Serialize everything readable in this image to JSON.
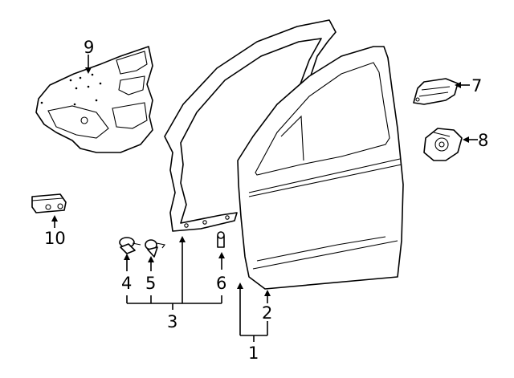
{
  "diagram": {
    "callouts": [
      {
        "id": "1",
        "label": "1",
        "part": "front-door-shell"
      },
      {
        "id": "2",
        "label": "2",
        "part": "door-outer-panel"
      },
      {
        "id": "3",
        "label": "3",
        "part": "weatherstrip"
      },
      {
        "id": "4",
        "label": "4",
        "part": "clip-a"
      },
      {
        "id": "5",
        "label": "5",
        "part": "clip-b"
      },
      {
        "id": "6",
        "label": "6",
        "part": "clip-c"
      },
      {
        "id": "7",
        "label": "7",
        "part": "upper-hinge"
      },
      {
        "id": "8",
        "label": "8",
        "part": "lower-hinge"
      },
      {
        "id": "9",
        "label": "9",
        "part": "water-shield"
      },
      {
        "id": "10",
        "label": "10",
        "part": "door-check"
      }
    ]
  }
}
